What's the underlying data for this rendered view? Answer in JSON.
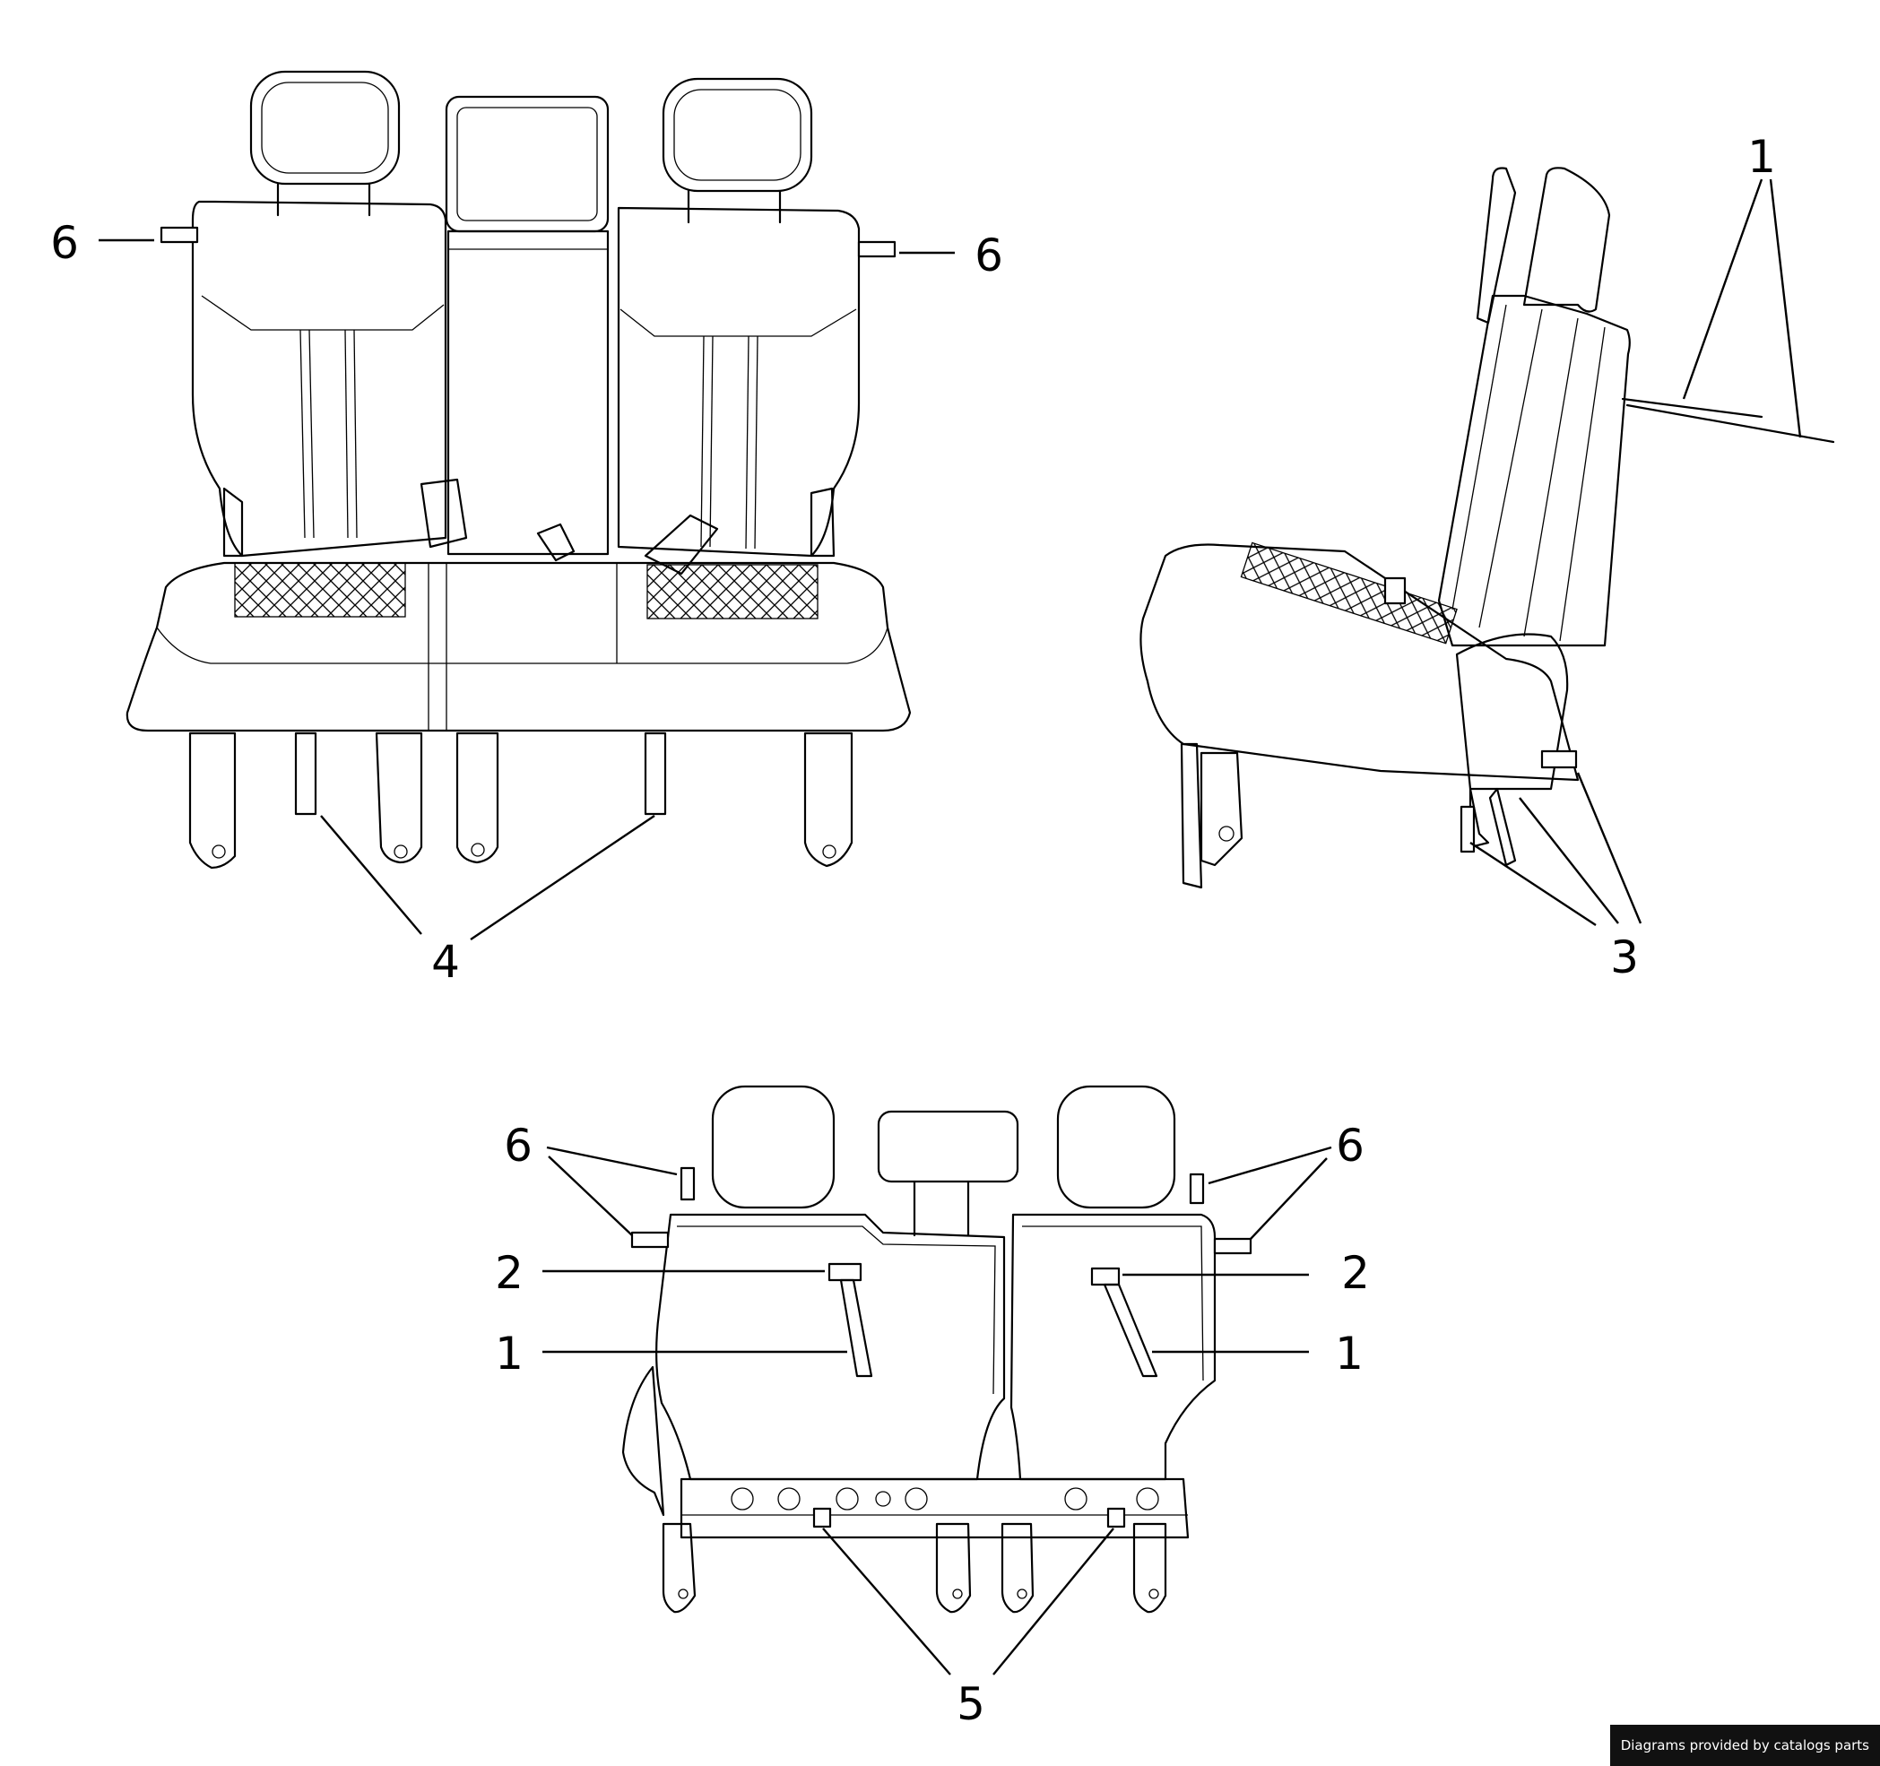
{
  "callouts": {
    "c1a": "1",
    "c1b": "1",
    "c1c": "1",
    "c2a": "2",
    "c2b": "2",
    "c3": "3",
    "c4": "4",
    "c5": "5",
    "c6a": "6",
    "c6b": "6",
    "c6c": "6",
    "c6d": "6"
  },
  "credit": "Diagrams provided by catalogs parts"
}
